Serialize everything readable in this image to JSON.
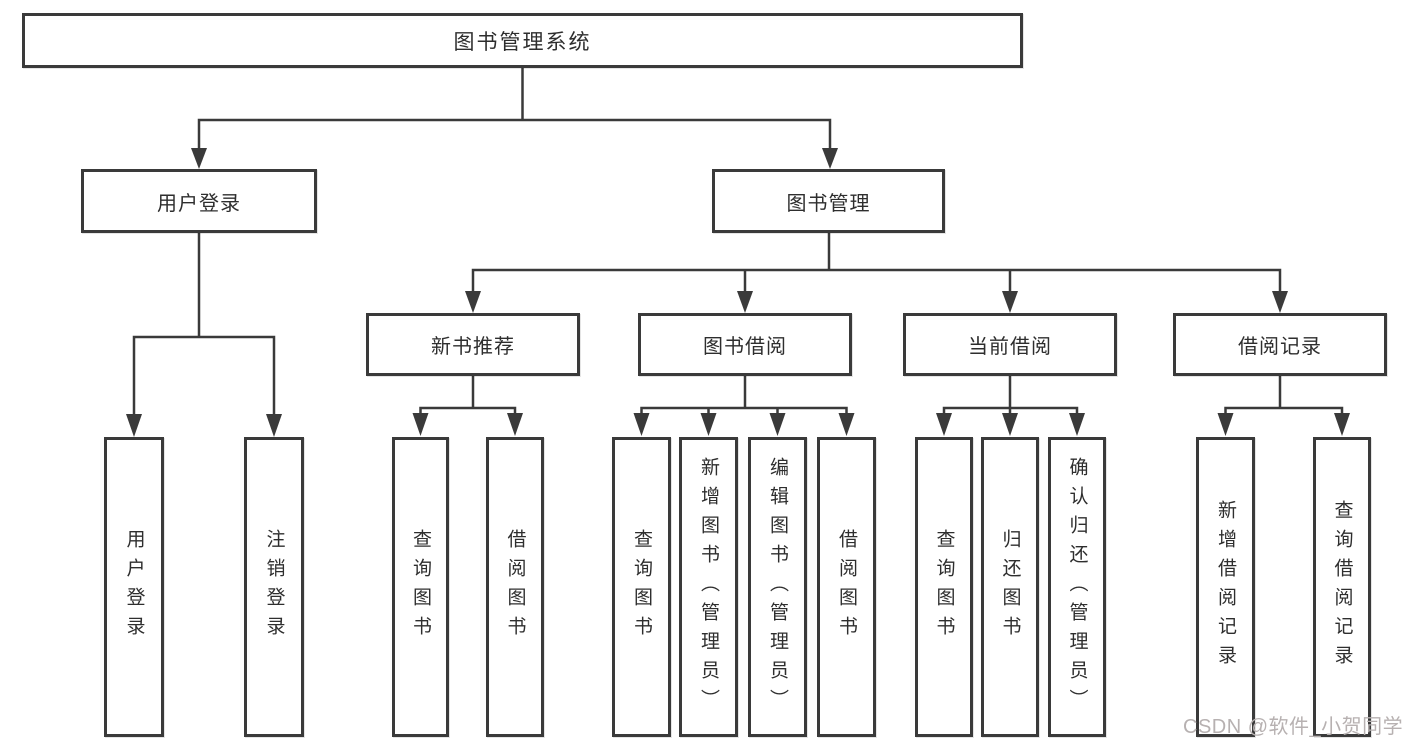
{
  "diagram": {
    "root": {
      "label": "图书管理系统"
    },
    "user_login": {
      "label": "用户登录",
      "children": [
        {
          "label": "用户登录"
        },
        {
          "label": "注销登录"
        }
      ]
    },
    "book_management": {
      "label": "图书管理",
      "sections": {
        "new_books": {
          "label": "新书推荐",
          "children": [
            {
              "label": "查询图书"
            },
            {
              "label": "借阅图书"
            }
          ]
        },
        "book_borrow": {
          "label": "图书借阅",
          "children": [
            {
              "label": "查询图书"
            },
            {
              "label": "新增图书（管理员）"
            },
            {
              "label": "编辑图书（管理员）"
            },
            {
              "label": "借阅图书"
            }
          ]
        },
        "current_borrow": {
          "label": "当前借阅",
          "children": [
            {
              "label": "查询图书"
            },
            {
              "label": "归还图书"
            },
            {
              "label": "确认归还（管理员）"
            }
          ]
        },
        "borrow_records": {
          "label": "借阅记录",
          "children": [
            {
              "label": "新增借阅记录"
            },
            {
              "label": "查询借阅记录"
            }
          ]
        }
      }
    }
  },
  "watermark": {
    "text": "CSDN @软件_小贺同学"
  },
  "colors": {
    "line": "#3a3a3a",
    "text": "#2e2e2e",
    "watermark": "#b7b1b1",
    "background": "#ffffff"
  }
}
